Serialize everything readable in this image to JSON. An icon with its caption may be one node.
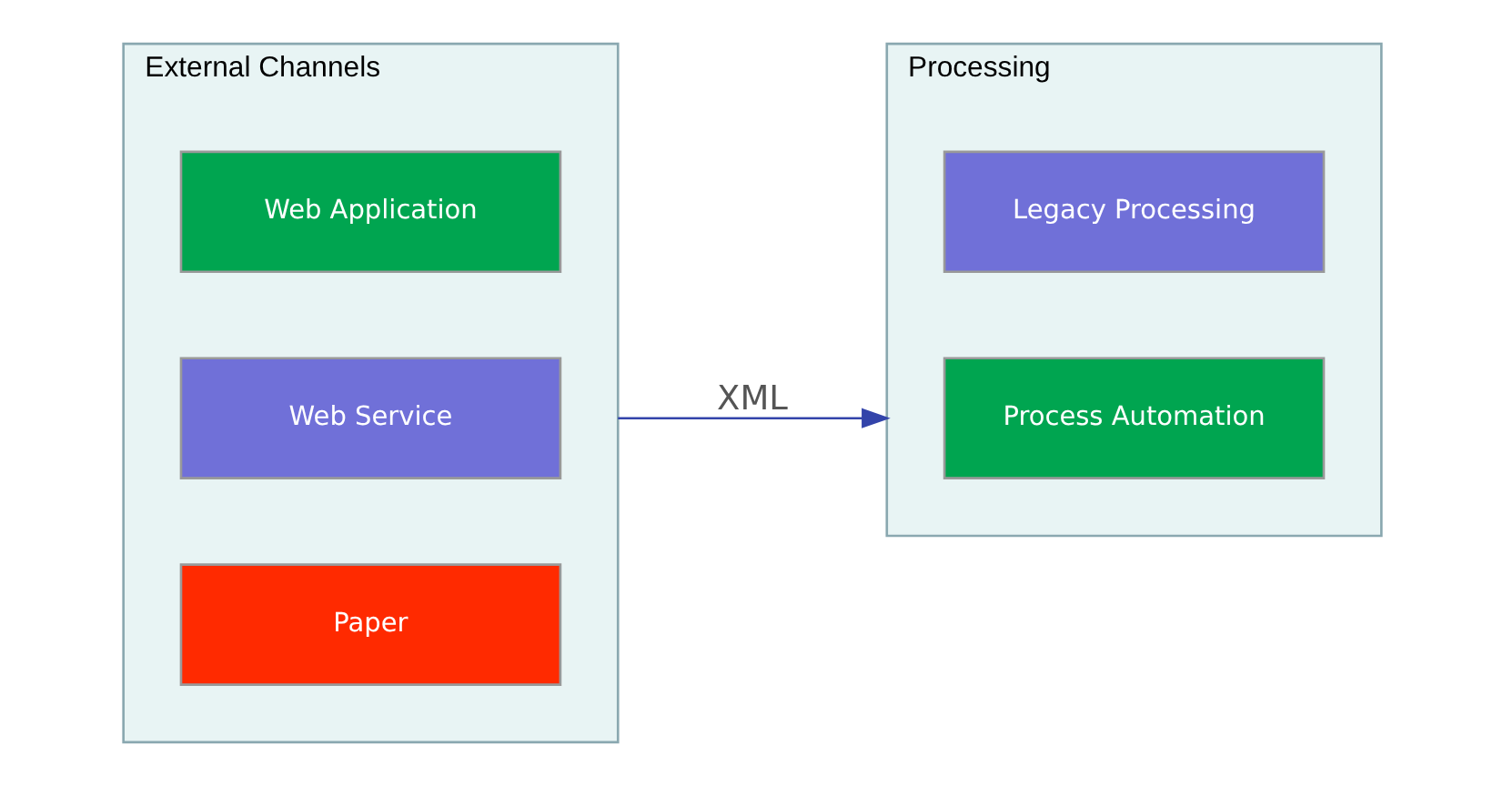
{
  "diagram": {
    "nodes": [
      {
        "text": [
          "External Channels"
        ]
      },
      {
        "text": [
          "Web Application"
        ],
        "in": 0
      },
      {
        "text": [
          "Web Service"
        ],
        "in": 0
      },
      {
        "text": [
          "Paper"
        ],
        "in": 0
      },
      {
        "text": [
          "Processing"
        ]
      },
      {
        "text": [
          "Legacy Processing"
        ],
        "in": 4
      },
      {
        "text": [
          "Process Automation"
        ],
        "in": 4
      }
    ],
    "edges": [
      {
        "from": 0,
        "to": 4,
        "arrow": "to",
        "label": "XML"
      }
    ]
  }
}
